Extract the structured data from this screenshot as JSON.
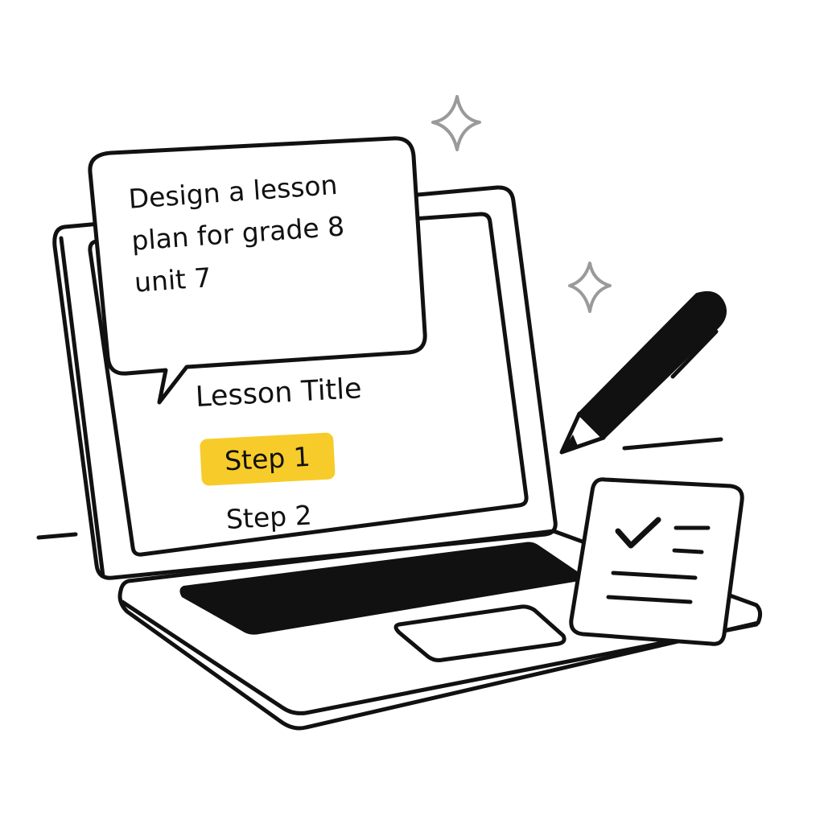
{
  "prompt": {
    "text": "Design a lesson\nplan for grade 8\nunit 7"
  },
  "screen": {
    "lesson_title": "Lesson Title",
    "step_1": "Step 1",
    "step_2": "Step 2"
  },
  "colors": {
    "ink": "#111111",
    "highlight": "#f7cc2a",
    "sparkle": "#9a9a9a",
    "paper": "#ffffff"
  },
  "icons": [
    "laptop-icon",
    "speech-bubble-icon",
    "pen-icon",
    "checklist-icon",
    "sparkle-icon",
    "check-icon"
  ]
}
